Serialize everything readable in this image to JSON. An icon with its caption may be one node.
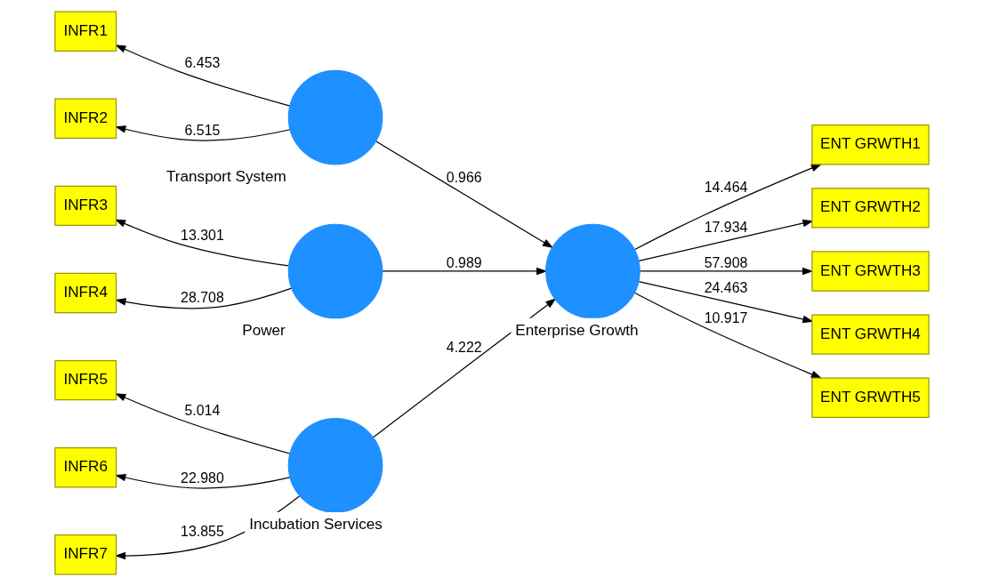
{
  "diagram": {
    "nodes": [
      {
        "text": [
          "INFR1"
        ]
      },
      {
        "text": [
          "INFR2"
        ]
      },
      {
        "text": [],
        "shape": "circle",
        "beside": [
          "Transport System"
        ]
      },
      {
        "text": [
          "INFR3"
        ]
      },
      {
        "text": [
          "INFR4"
        ]
      },
      {
        "text": [],
        "shape": "circle",
        "beside": [
          "Power"
        ]
      },
      {
        "text": [
          "INFR5"
        ]
      },
      {
        "text": [
          "INFR6"
        ]
      },
      {
        "text": [
          "INFR7"
        ]
      },
      {
        "text": [],
        "shape": "circle",
        "beside": [
          "Incubation Services"
        ]
      },
      {
        "text": [],
        "shape": "circle",
        "beside": [
          "Enterprise Growth"
        ]
      },
      {
        "text": [
          "ENT GRWTH1"
        ]
      },
      {
        "text": [
          "ENT GRWTH2"
        ]
      },
      {
        "text": [
          "ENT GRWTH3"
        ]
      },
      {
        "text": [
          "ENT GRWTH4"
        ]
      },
      {
        "text": [
          "ENT GRWTH5"
        ]
      }
    ],
    "edges": [
      {
        "from": 2,
        "to": 0,
        "arrow": "to",
        "label": "6.453"
      },
      {
        "from": 2,
        "to": 1,
        "arrow": "to",
        "label": "6.515"
      },
      {
        "from": 5,
        "to": 3,
        "arrow": "to",
        "label": "13.301"
      },
      {
        "from": 5,
        "to": 4,
        "arrow": "to",
        "label": "28.708"
      },
      {
        "from": 9,
        "to": 6,
        "arrow": "to",
        "label": "5.014"
      },
      {
        "from": 9,
        "to": 7,
        "arrow": "to",
        "label": "22.980"
      },
      {
        "from": 9,
        "to": 8,
        "arrow": "to",
        "label": "13.855"
      },
      {
        "from": 2,
        "to": 10,
        "arrow": "to",
        "label": "0.966"
      },
      {
        "from": 5,
        "to": 10,
        "arrow": "to",
        "label": "0.989"
      },
      {
        "from": 9,
        "to": 10,
        "arrow": "to",
        "label": "4.222"
      },
      {
        "from": 10,
        "to": 11,
        "arrow": "to",
        "label": "14.464"
      },
      {
        "from": 10,
        "to": 12,
        "arrow": "to",
        "label": "17.934"
      },
      {
        "from": 10,
        "to": 13,
        "arrow": "to",
        "label": "57.908"
      },
      {
        "from": 10,
        "to": 14,
        "arrow": "to",
        "label": "24.463"
      },
      {
        "from": 10,
        "to": 15,
        "arrow": "to",
        "label": "10.917"
      }
    ]
  }
}
